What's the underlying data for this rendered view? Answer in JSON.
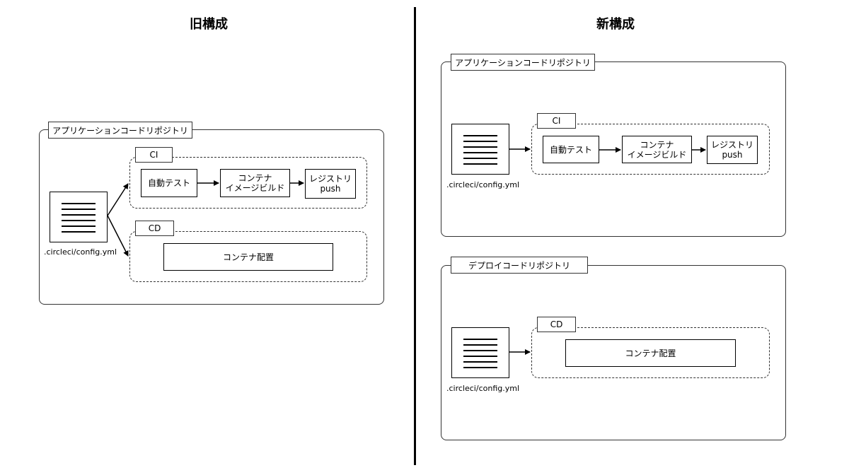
{
  "old": {
    "title": "旧構成",
    "app_repo": {
      "label": "アプリケーションコードリポジトリ",
      "file": ".circleci/config.yml",
      "ci": {
        "label": "CI",
        "steps": [
          "自動テスト",
          "コンテナ\nイメージビルド",
          "レジストリ\npush"
        ]
      },
      "cd": {
        "label": "CD",
        "step": "コンテナ配置"
      }
    }
  },
  "new": {
    "title": "新構成",
    "app_repo": {
      "label": "アプリケーションコードリポジトリ",
      "file": ".circleci/config.yml",
      "ci": {
        "label": "CI",
        "steps": [
          "自動テスト",
          "コンテナ\nイメージビルド",
          "レジストリ\npush"
        ]
      }
    },
    "deploy_repo": {
      "label": "デプロイコードリポジトリ",
      "file": ".circleci/config.yml",
      "cd": {
        "label": "CD",
        "step": "コンテナ配置"
      }
    }
  }
}
